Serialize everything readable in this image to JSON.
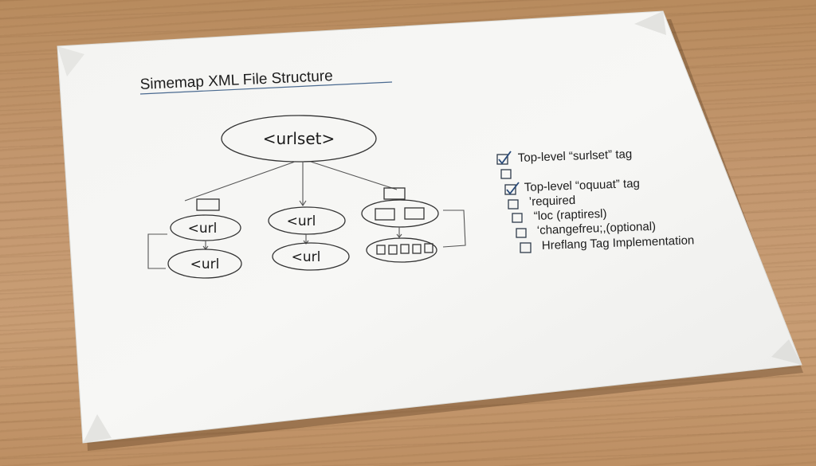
{
  "document": {
    "title": "Simemap XML File Structure",
    "diagram": {
      "root": "<urlset>",
      "nodes": [
        "<url",
        "<url",
        "<url",
        "<url"
      ]
    },
    "checklist": [
      {
        "label": "Top-level “surlset” tag",
        "checked": true
      },
      {
        "label": "",
        "checked": false
      },
      {
        "label": "Top-level “oquuat” tag",
        "checked": true
      },
      {
        "label": "’required",
        "checked": false
      },
      {
        "label": "“loc (raptiresl)",
        "checked": false
      },
      {
        "label": "‘changefreu;,(optional)",
        "checked": false
      },
      {
        "label": "Hreflang Tag Implementation",
        "checked": false
      }
    ]
  }
}
